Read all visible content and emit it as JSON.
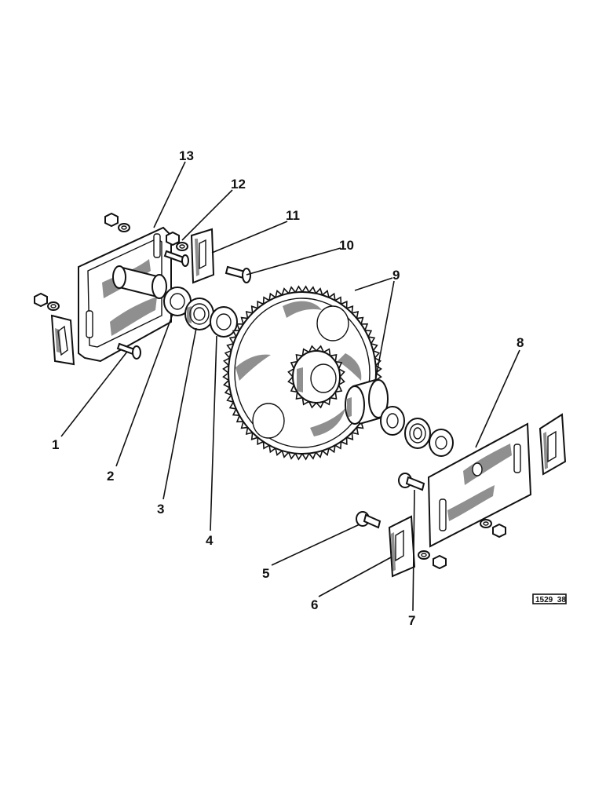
{
  "callouts": [
    {
      "id": "1",
      "label": "1"
    },
    {
      "id": "2",
      "label": "2"
    },
    {
      "id": "3",
      "label": "3"
    },
    {
      "id": "4",
      "label": "4"
    },
    {
      "id": "5",
      "label": "5"
    },
    {
      "id": "6",
      "label": "6"
    },
    {
      "id": "7",
      "label": "7"
    },
    {
      "id": "8",
      "label": "8"
    },
    {
      "id": "9",
      "label": "9"
    },
    {
      "id": "10",
      "label": "10"
    },
    {
      "id": "11",
      "label": "11"
    },
    {
      "id": "12",
      "label": "12"
    },
    {
      "id": "13",
      "label": "13"
    }
  ],
  "reference_code": "1529_38"
}
